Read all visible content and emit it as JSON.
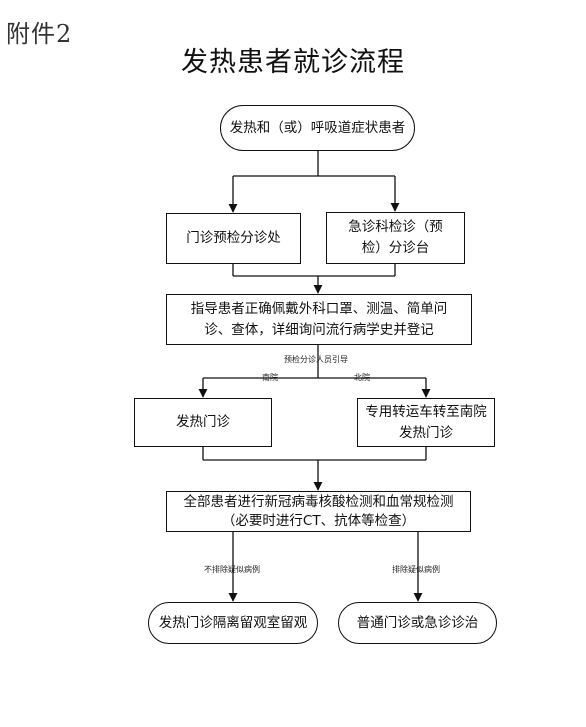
{
  "annex_label": "附件2",
  "title": "发热患者就诊流程",
  "nodes": {
    "start": "发热和（或）呼吸道症状患者",
    "outpatient_triage": "门诊预检分诊处",
    "emergency_triage": "急诊科检诊（预检）分诊台",
    "guidance": "指导患者正确佩戴外科口罩、测温、简单问诊、查体，详细询问流行病学史并登记",
    "fever_clinic": "发热门诊",
    "transfer": "专用转运车转至南院发热门诊",
    "testing": "全部患者进行新冠病毒核酸检测和血常规检测（必要时进行CT、抗体等检查）",
    "observation": "发热门诊隔离留观室留观",
    "general": "普通门诊或急诊诊治"
  },
  "edge_labels": {
    "guide_by_staff": "预检分诊人员引导",
    "south": "南院",
    "north": "北院",
    "not_excluded": "不排除疑似病例",
    "excluded": "排除疑似病例"
  },
  "colors": {
    "line": "#111111",
    "border": "#111111"
  }
}
